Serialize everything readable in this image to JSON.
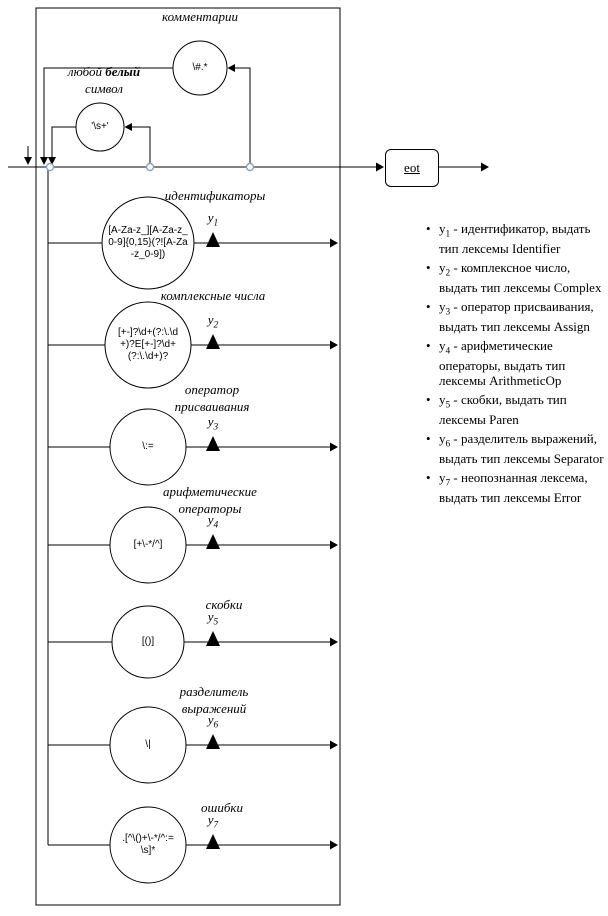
{
  "colors": {
    "line": "#000000",
    "node_dot": "#8aa3bd",
    "background": "#ffffff"
  },
  "diagram": {
    "top": {
      "comment_label": "комментарии",
      "comment_regex": "\\#.*",
      "ws_label_prefix": "любой ",
      "ws_label_bold": "белый",
      "ws_label_line2": "символ",
      "ws_regex": "'\\s+'"
    },
    "eot_label": "eot",
    "rows": [
      {
        "heading": "идентификаторы",
        "regex": "[A-Za-z_][A-Za-z_0-9]{0,15}(?![A-Za-z_0-9])",
        "out_var": "y",
        "out_sub": "1"
      },
      {
        "heading": "комплексные числа",
        "regex": "[+-]?\\d+(?:\\.\\d+)?E[+-]?\\d+(?:\\.\\d+)?",
        "out_var": "y",
        "out_sub": "2"
      },
      {
        "heading": "оператор присваивания",
        "regex": "\\:=",
        "out_var": "y",
        "out_sub": "3"
      },
      {
        "heading": "арифметические операторы",
        "regex": "[+\\-*/^]",
        "out_var": "y",
        "out_sub": "4"
      },
      {
        "heading": "скобки",
        "regex": "[()]",
        "out_var": "y",
        "out_sub": "5"
      },
      {
        "heading": "разделитель выражений",
        "regex": "\\|",
        "out_var": "y",
        "out_sub": "6"
      },
      {
        "heading": "ошибки",
        "regex": ".[^\\()+\\-*/^:=\\s]*",
        "out_var": "y",
        "out_sub": "7"
      }
    ]
  },
  "legend": {
    "items": [
      {
        "var": "y",
        "sub": "1",
        "text": " - идентификатор, выдать тип лексемы Identifier"
      },
      {
        "var": "y",
        "sub": "2",
        "text": " - комплексное число, выдать тип лексемы Complex"
      },
      {
        "var": "y",
        "sub": "3",
        "text": " - оператор присваивания, выдать тип лексемы Assign"
      },
      {
        "var": "y",
        "sub": "4",
        "text": " - арифметические операторы, выдать тип лексемы ArithmeticOp"
      },
      {
        "var": "y",
        "sub": "5",
        "text": " - скобки, выдать тип лексемы Paren"
      },
      {
        "var": "y",
        "sub": "6",
        "text": " - разделитель выражений, выдать тип лексемы Separator"
      },
      {
        "var": "y",
        "sub": "7",
        "text": " - неопознанная лексема, выдать тип лексемы Error"
      }
    ]
  }
}
